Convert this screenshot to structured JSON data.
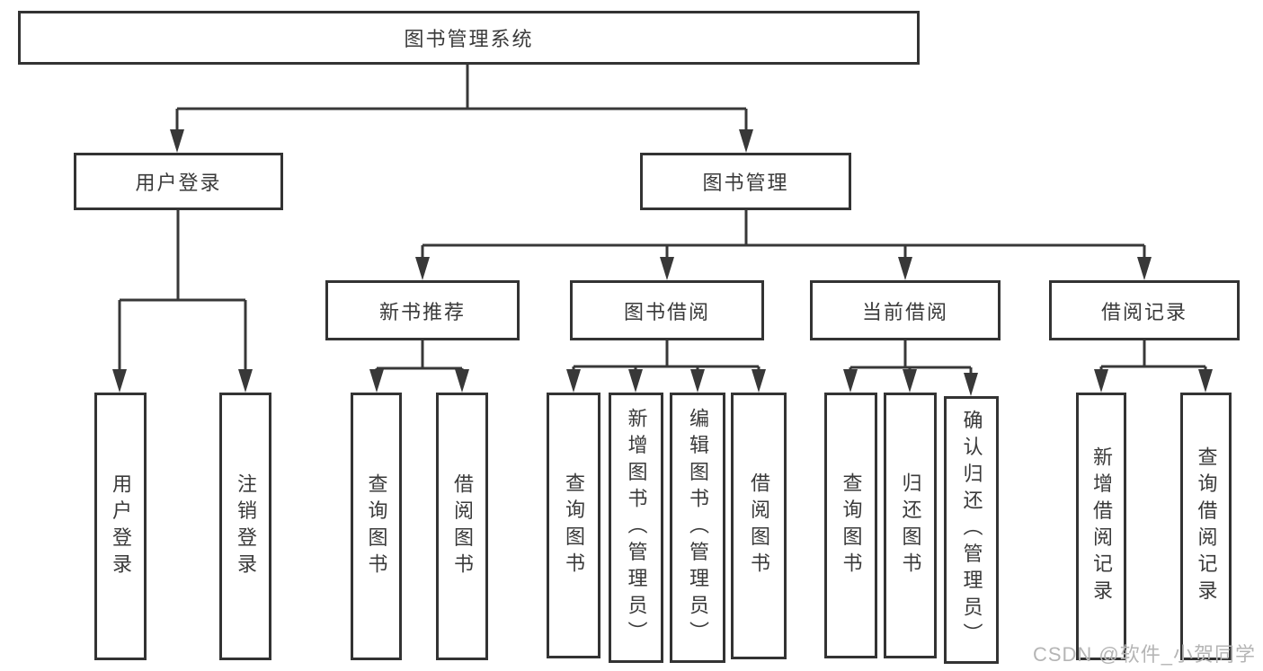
{
  "diagram": {
    "title": "图书管理系统",
    "root": {
      "label": "图书管理系统"
    },
    "level2": [
      {
        "label": "用户登录"
      },
      {
        "label": "图书管理"
      }
    ],
    "level3": [
      {
        "label": "新书推荐"
      },
      {
        "label": "图书借阅"
      },
      {
        "label": "当前借阅"
      },
      {
        "label": "借阅记录"
      }
    ],
    "leaves": [
      {
        "label": "用户登录"
      },
      {
        "label": "注销登录"
      },
      {
        "label": "查询图书"
      },
      {
        "label": "借阅图书"
      },
      {
        "label": "查询图书"
      },
      {
        "label": "新增图书（管理员）"
      },
      {
        "label": "编辑图书（管理员）"
      },
      {
        "label": "借阅图书"
      },
      {
        "label": "查询图书"
      },
      {
        "label": "归还图书"
      },
      {
        "label": "确认归还（管理员）"
      },
      {
        "label": "新增借阅记录"
      },
      {
        "label": "查询借阅记录"
      }
    ]
  },
  "watermark": {
    "text": "CSDN @软件_小贺同学"
  },
  "colors": {
    "line": "#383838",
    "border": "#333333",
    "text": "#3a3a3a",
    "watermark": "#b5b5b5",
    "background": "#ffffff"
  }
}
